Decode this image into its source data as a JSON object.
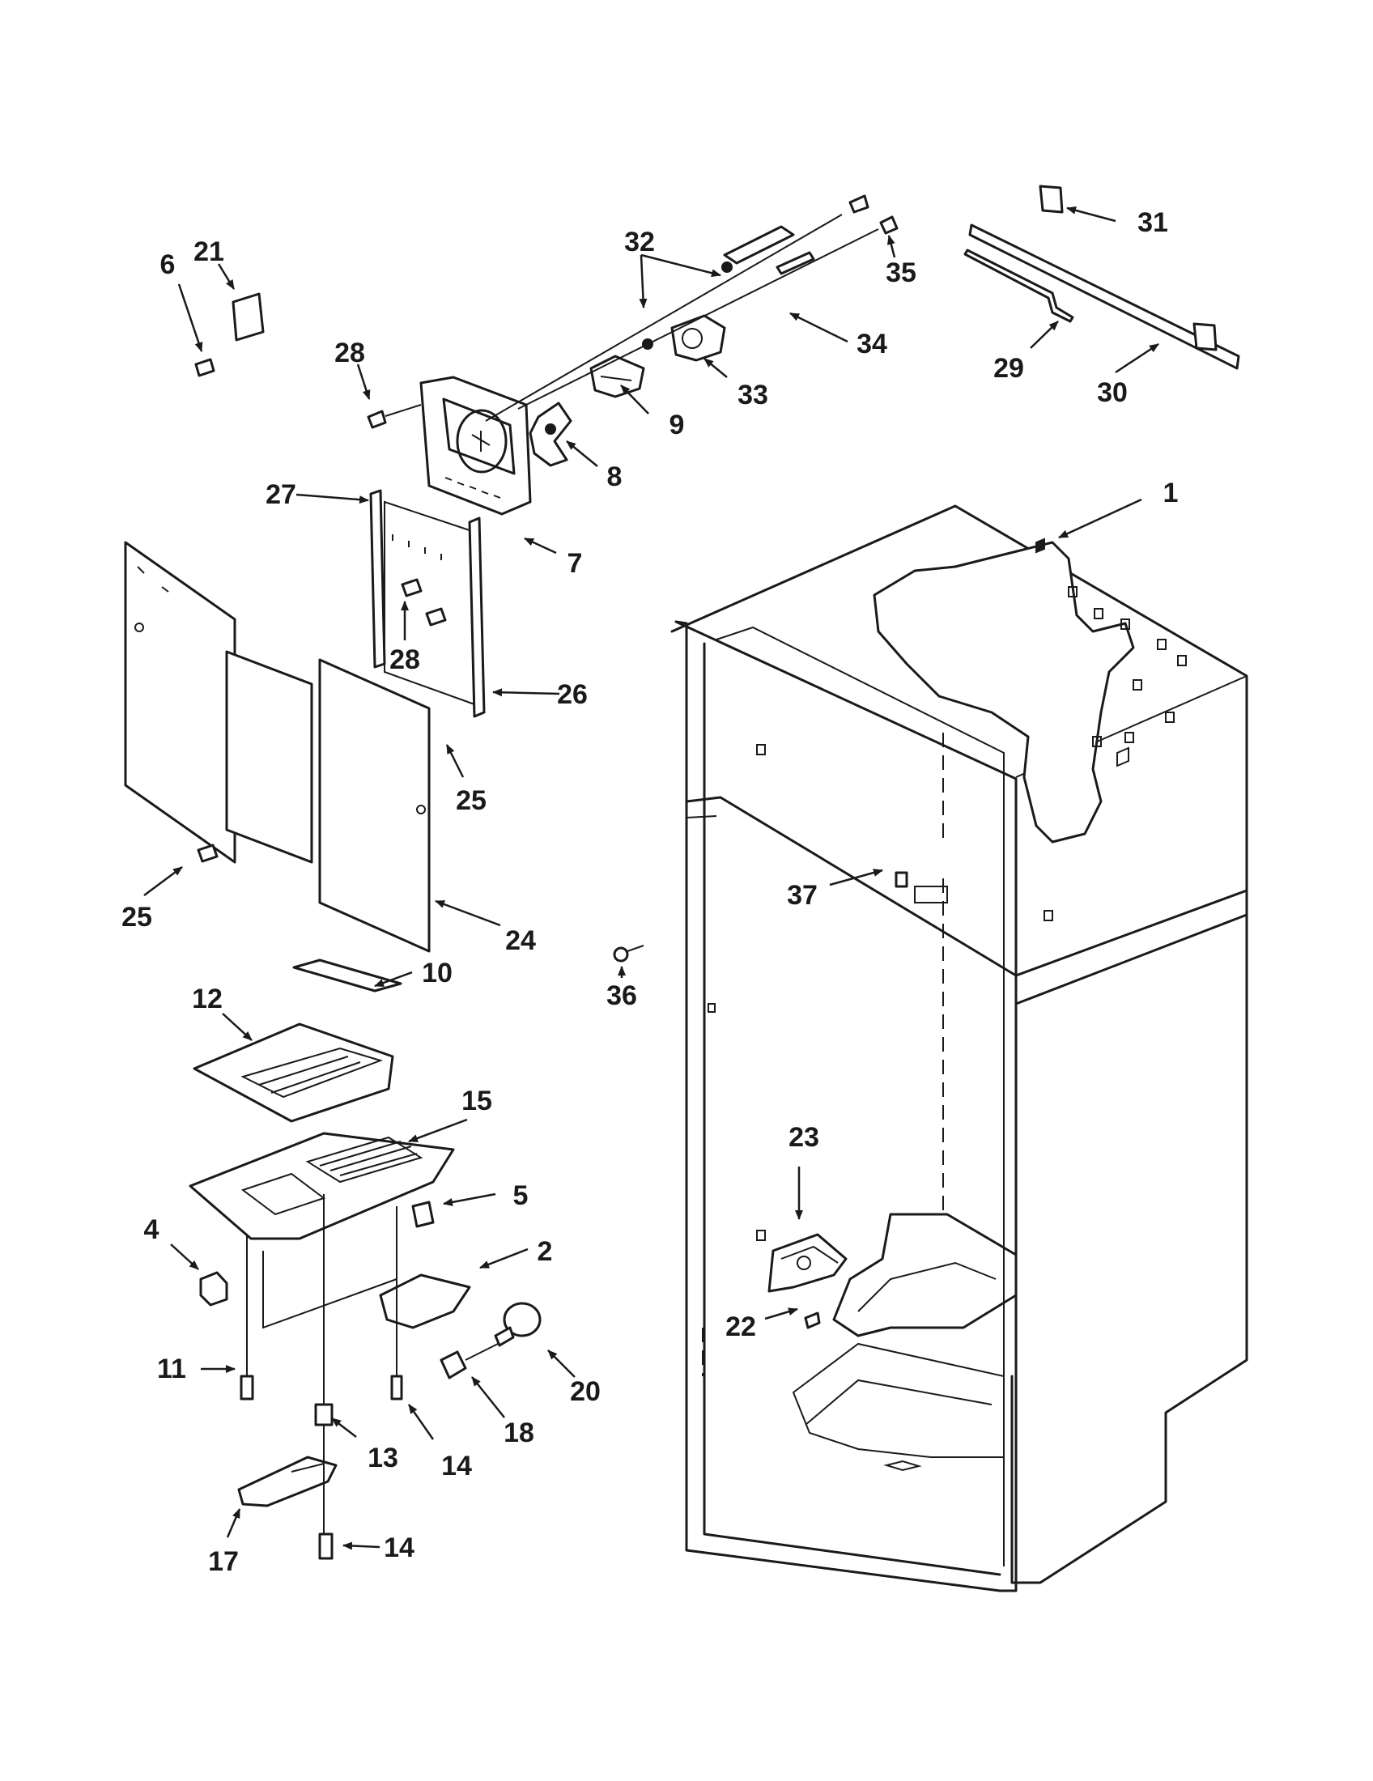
{
  "callouts": {
    "c1": "1",
    "c2": "2",
    "c4": "4",
    "c5": "5",
    "c6": "6",
    "c7": "7",
    "c8": "8",
    "c9": "9",
    "c10": "10",
    "c11": "11",
    "c12": "12",
    "c13": "13",
    "c14a": "14",
    "c14b": "14",
    "c15": "15",
    "c17": "17",
    "c18": "18",
    "c20": "20",
    "c21": "21",
    "c22": "22",
    "c23": "23",
    "c24": "24",
    "c25a": "25",
    "c25b": "25",
    "c26": "26",
    "c27": "27",
    "c28a": "28",
    "c28b": "28",
    "c29": "29",
    "c30": "30",
    "c31": "31",
    "c32": "32",
    "c33": "33",
    "c34": "34",
    "c35": "35",
    "c36": "36",
    "c37": "37"
  }
}
